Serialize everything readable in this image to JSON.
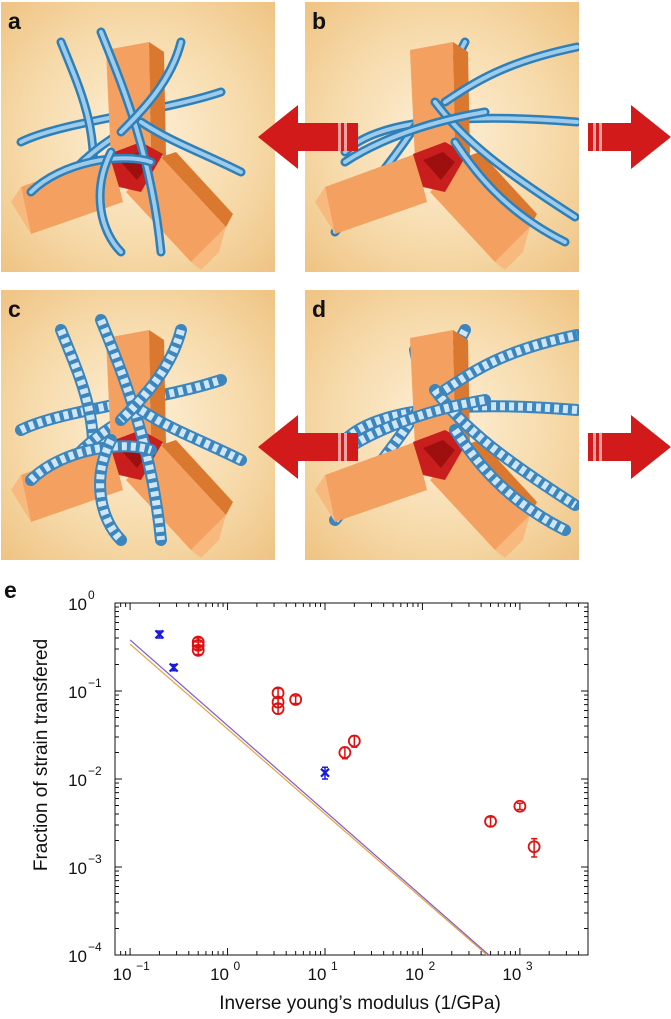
{
  "panels": [
    {
      "label": "a",
      "fibers": "smooth",
      "stretched": false
    },
    {
      "label": "b",
      "fibers": "smooth",
      "stretched": true
    },
    {
      "label": "c",
      "fibers": "braided",
      "stretched": false
    },
    {
      "label": "d",
      "fibers": "braided",
      "stretched": true
    }
  ],
  "colors": {
    "rod": "#f3a060",
    "rod_dark": "#d9782e",
    "joint": "#c81e1e",
    "fiber": "#4d9fd6",
    "arrow": "#d21a1a",
    "series_blue": "#1a1adb",
    "series_red": "#e01010",
    "fit_purple": "#7b5bd6",
    "fit_orange": "#e8a23a"
  },
  "chart_data": {
    "type": "scatter",
    "panel_label": "e",
    "xlabel": "Inverse young’s modulus (1/GPa)",
    "ylabel": "Fraction of strain transfered",
    "xscale": "log",
    "yscale": "log",
    "xlim": [
      0.07,
      5000
    ],
    "ylim": [
      0.0001,
      1
    ],
    "x_ticks": [
      {
        "base": "10",
        "exp": "−1",
        "value": 0.1
      },
      {
        "base": "10",
        "exp": "0",
        "value": 1
      },
      {
        "base": "10",
        "exp": "1",
        "value": 10
      },
      {
        "base": "10",
        "exp": "2",
        "value": 100
      },
      {
        "base": "10",
        "exp": "3",
        "value": 1000
      }
    ],
    "y_ticks": [
      {
        "base": "10",
        "exp": "0",
        "value": 1
      },
      {
        "base": "10",
        "exp": "−1",
        "value": 0.1
      },
      {
        "base": "10",
        "exp": "−2",
        "value": 0.01
      },
      {
        "base": "10",
        "exp": "−3",
        "value": 0.001
      },
      {
        "base": "10",
        "exp": "−4",
        "value": 0.0001
      }
    ],
    "series": [
      {
        "marker": "x",
        "color": "#1a1adb",
        "points": [
          {
            "x": 0.2,
            "y": 0.44,
            "err": 0.04
          },
          {
            "x": 0.28,
            "y": 0.185,
            "err": 0.015
          },
          {
            "x": 10,
            "y": 0.0118,
            "err": 0.0018
          }
        ]
      },
      {
        "marker": "o",
        "color": "#e01010",
        "points": [
          {
            "x": 0.5,
            "y": 0.36,
            "err": 0.04
          },
          {
            "x": 0.5,
            "y": 0.33,
            "err": 0.03
          },
          {
            "x": 0.5,
            "y": 0.29,
            "err": 0.03
          },
          {
            "x": 3.3,
            "y": 0.095,
            "err": 0.012
          },
          {
            "x": 3.3,
            "y": 0.075,
            "err": 0.01
          },
          {
            "x": 3.3,
            "y": 0.063,
            "err": 0.008
          },
          {
            "x": 5,
            "y": 0.08,
            "err": 0.008
          },
          {
            "x": 16,
            "y": 0.02,
            "err": 0.003
          },
          {
            "x": 20,
            "y": 0.027,
            "err": 0.004
          },
          {
            "x": 500,
            "y": 0.0033,
            "err": 0.0004
          },
          {
            "x": 1000,
            "y": 0.0049,
            "err": 0.0004
          },
          {
            "x": 1400,
            "y": 0.0017,
            "err": 0.0004
          }
        ]
      }
    ],
    "lines": [
      {
        "color": "#7b5bd6",
        "x": [
          0.1,
          480
        ],
        "y": [
          0.38,
          0.0001
        ]
      },
      {
        "color": "#e8a23a",
        "x": [
          0.1,
          460
        ],
        "y": [
          0.34,
          0.0001
        ]
      }
    ]
  }
}
